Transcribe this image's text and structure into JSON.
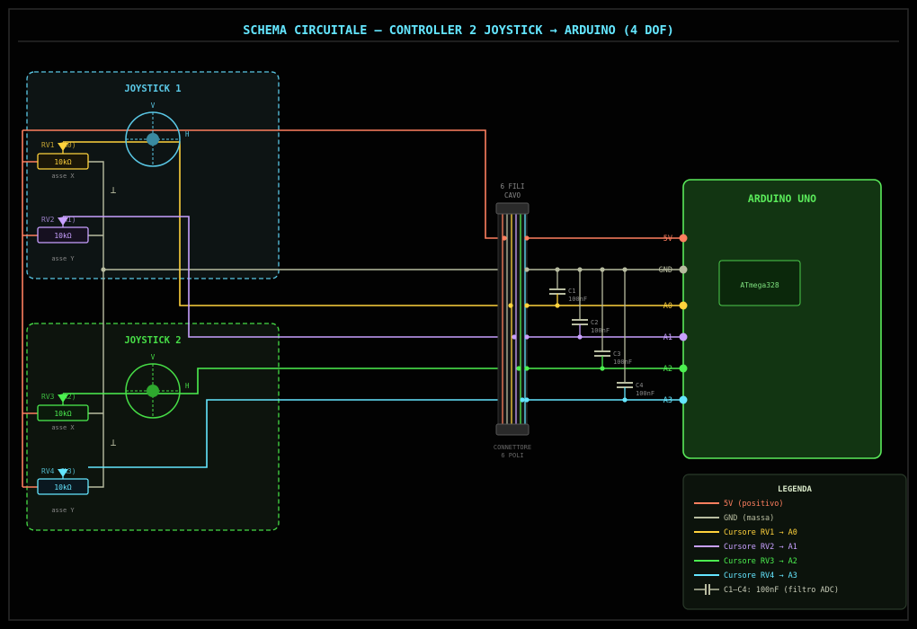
{
  "title": "SCHEMA CIRCUITALE — CONTROLLER 2 JOYSTICK → ARDUINO (4 DOF)",
  "colors": {
    "v5": "#ff7f5f",
    "gnd": "#b8bca0",
    "a0": "#ffd23c",
    "a1": "#c8a0ff",
    "a2": "#4cf050",
    "a3": "#64e6ff",
    "js1": "#5ac8e6",
    "js2": "#46dc46",
    "arduino": "#5aea5a"
  },
  "joystick1": {
    "title": "JOYSTICK 1",
    "axis_v": "V",
    "axis_h": "H",
    "rv1": {
      "label": "RV1 (A0)",
      "value": "10kΩ",
      "axis": "asse X"
    },
    "rv2": {
      "label": "RV2 (A1)",
      "value": "10kΩ",
      "axis": "asse Y"
    }
  },
  "joystick2": {
    "title": "JOYSTICK 2",
    "axis_v": "V",
    "axis_h": "H",
    "rv3": {
      "label": "RV3 (A2)",
      "value": "10kΩ",
      "axis": "asse X"
    },
    "rv4": {
      "label": "RV4 (A3)",
      "value": "10kΩ",
      "axis": "asse Y"
    }
  },
  "cable": {
    "top_label_1": "6 FILI",
    "top_label_2": "CAVO",
    "bottom_label_1": "CONNETTORE",
    "bottom_label_2": "6 POLI"
  },
  "capacitors": [
    {
      "name": "C1",
      "value": "100nF"
    },
    {
      "name": "C2",
      "value": "100nF"
    },
    {
      "name": "C3",
      "value": "100nF"
    },
    {
      "name": "C4",
      "value": "100nF"
    }
  ],
  "arduino": {
    "title": "ARDUINO UNO",
    "chip": "ATmega328",
    "pins": [
      "5V",
      "GND",
      "A0",
      "A1",
      "A2",
      "A3"
    ]
  },
  "legend": {
    "title": "LEGENDA",
    "items": [
      "5V (positivo)",
      "GND (massa)",
      "Cursore RV1 → A0",
      "Cursore RV2 → A1",
      "Cursore RV3 → A2",
      "Cursore RV4 → A3",
      "C1–C4: 100nF (filtro ADC)"
    ]
  }
}
